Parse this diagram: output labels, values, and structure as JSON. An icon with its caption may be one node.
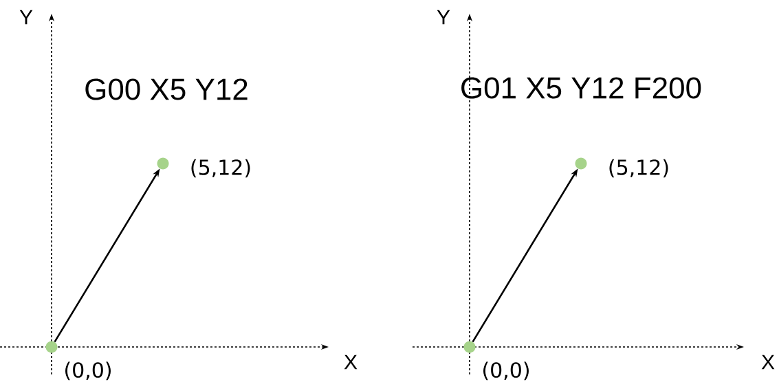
{
  "diagram": {
    "nodes": [
      {
        "text": [],
        "shape": "circle",
        "beside": [
          "(0,0)"
        ]
      },
      {
        "text": [],
        "shape": "circle",
        "beside": [
          "(5,12)"
        ]
      },
      {
        "text": [],
        "shape": "circle",
        "beside": [
          "(0,0)"
        ]
      },
      {
        "text": [],
        "shape": "circle",
        "beside": [
          "(5,12)"
        ]
      }
    ],
    "edges": [
      {
        "from": 0,
        "to": 1,
        "arrow": "to"
      },
      {
        "from": 2,
        "to": 3,
        "arrow": "to"
      }
    ],
    "labels": [
      "Y",
      "Y",
      "G00 X5 Y12",
      "G01 X5 Y12 F200",
      "X",
      "X"
    ]
  }
}
